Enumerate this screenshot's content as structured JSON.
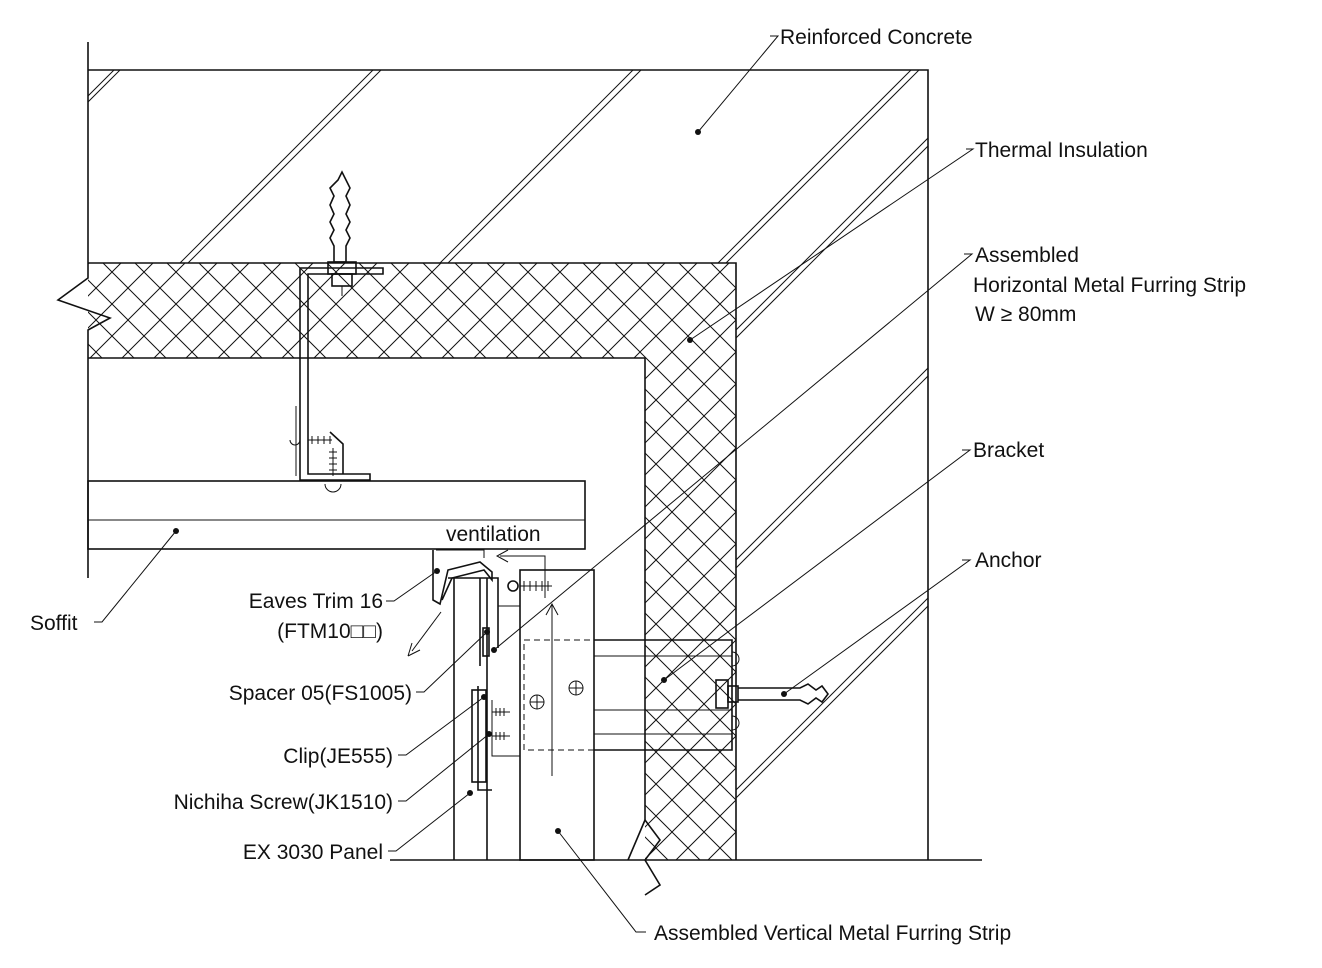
{
  "labels": {
    "reinforced_concrete": "Reinforced Concrete",
    "thermal_insulation": "Thermal Insulation",
    "horizontal_strip_line1": "Assembled",
    "horizontal_strip_line2": "Horizontal Metal Furring Strip",
    "horizontal_strip_line3": "W ≥ 80mm",
    "bracket": "Bracket",
    "anchor": "Anchor",
    "ventilation": "ventilation",
    "soffit": "Soffit",
    "eaves_trim_line1": "Eaves Trim 16",
    "eaves_trim_line2": "(FTM10□□)",
    "spacer": "Spacer 05(FS1005)",
    "clip": "Clip(JE555)",
    "nichiha_screw": "Nichiha Screw(JK1510)",
    "panel": "EX 3030 Panel",
    "vertical_strip": "Assembled Vertical Metal Furring Strip"
  }
}
